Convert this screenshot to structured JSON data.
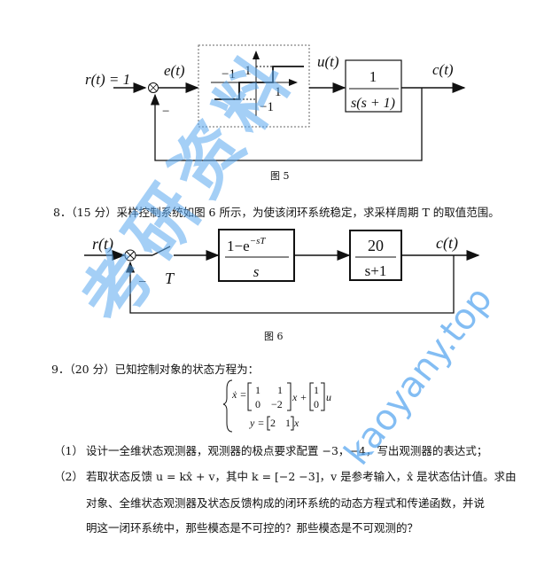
{
  "figure5": {
    "input": "r(t) = 1",
    "error": "e(t)",
    "minus": "−",
    "relay_labels": {
      "neg_x": "−1",
      "pos_y": "1",
      "pos_x": "1",
      "neg_y": "−1"
    },
    "control": "u(t)",
    "plant_num": "1",
    "plant_den": "s(s + 1)",
    "output": "c(t)",
    "caption": "图 5"
  },
  "question8": "8．（15 分）采样控制系统如图 6 所示，为使该闭环系统稳定，求采样周期 T 的取值范围。",
  "figure6": {
    "input": "r(t)",
    "minus": "−",
    "sampler": "T",
    "hold_num": "1−e",
    "hold_exp": "−sT",
    "hold_den": "s",
    "plant_num": "20",
    "plant_den": "s+1",
    "output": "c(t)",
    "caption": "图 6"
  },
  "question9": {
    "stem": "9．（20 分）已知控制对象的状态方程为：",
    "eq1_lhs": "ẋ =",
    "A": [
      "1",
      "1",
      "0",
      "−2"
    ],
    "x_plus": "x +",
    "B": [
      "1",
      "0"
    ],
    "u": "u",
    "eq2_lhs": "y =",
    "C": [
      "2",
      "1"
    ],
    "eq2_x": "x",
    "part1_no": "（1）",
    "part1": "设计一全维状态观测器，观测器的极点要求配置 −3，−4，写出观测器的表达式；",
    "part2_no": "（2）",
    "part2_lines": [
      "若取状态反馈 u = kx̂ + v，其中 k = [−2   −3]，v 是参考输入，x̂ 是状态估计值。求由",
      "对象、全维状态观测器及状态反馈构成的闭环系统的动态方程式和传递函数，并说",
      "明这一闭环系统中，那些模态是不可控的？那些模态是不可观测的？"
    ]
  },
  "watermark": {
    "cn": "考研资料",
    "url": "kaoyany.top",
    "color": "#5aa8f0"
  }
}
